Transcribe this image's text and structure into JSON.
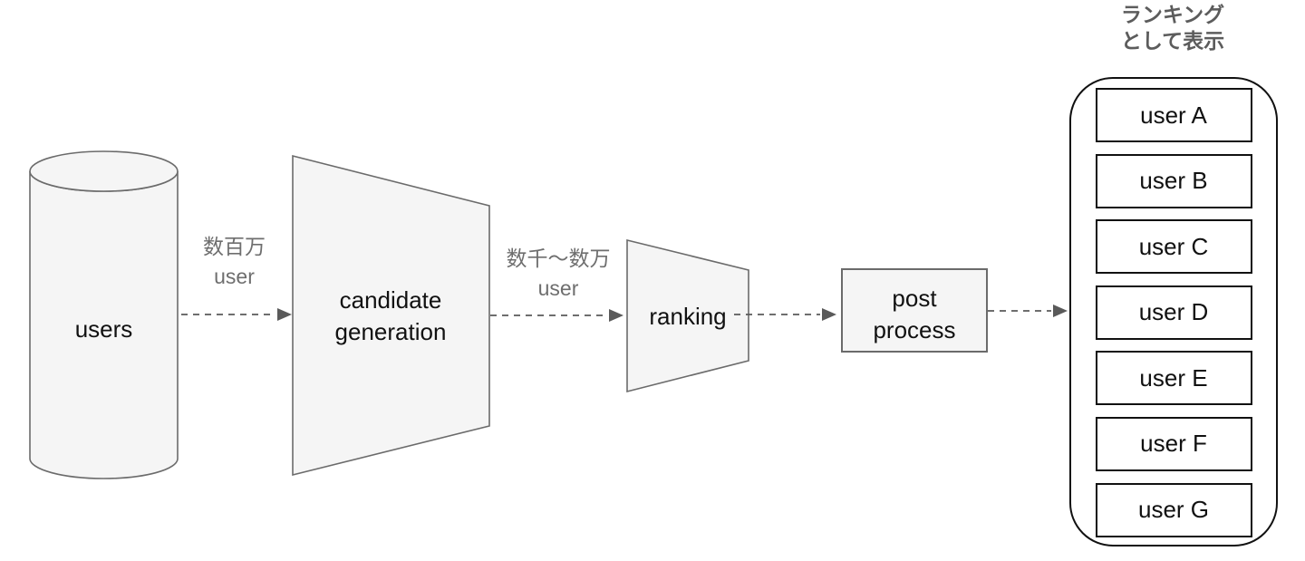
{
  "diagram": {
    "colors": {
      "background": "#ffffff",
      "shape_fill": "#f5f5f5",
      "shape_stroke": "#6b6b6b",
      "list_stroke": "#111111",
      "arrow": "#5a5a5a",
      "node_text": "#111111",
      "muted_text": "#6e6e6e",
      "title_text": "#5c5c5c"
    },
    "nodes": {
      "users": {
        "label": "users"
      },
      "candidate_generation": {
        "line1": "candidate",
        "line2": "generation"
      },
      "ranking": {
        "label": "ranking"
      },
      "post_process": {
        "line1": "post",
        "line2": "process"
      }
    },
    "edge_labels": {
      "users_to_candidate": {
        "line1": "数百万",
        "line2": "user"
      },
      "candidate_to_ranking": {
        "line1": "数千〜数万",
        "line2": "user"
      }
    },
    "output": {
      "title_line1": "ランキング",
      "title_line2": "として表示",
      "items": [
        {
          "label": "user A"
        },
        {
          "label": "user B"
        },
        {
          "label": "user C"
        },
        {
          "label": "user D"
        },
        {
          "label": "user E"
        },
        {
          "label": "user F"
        },
        {
          "label": "user G"
        }
      ]
    }
  }
}
